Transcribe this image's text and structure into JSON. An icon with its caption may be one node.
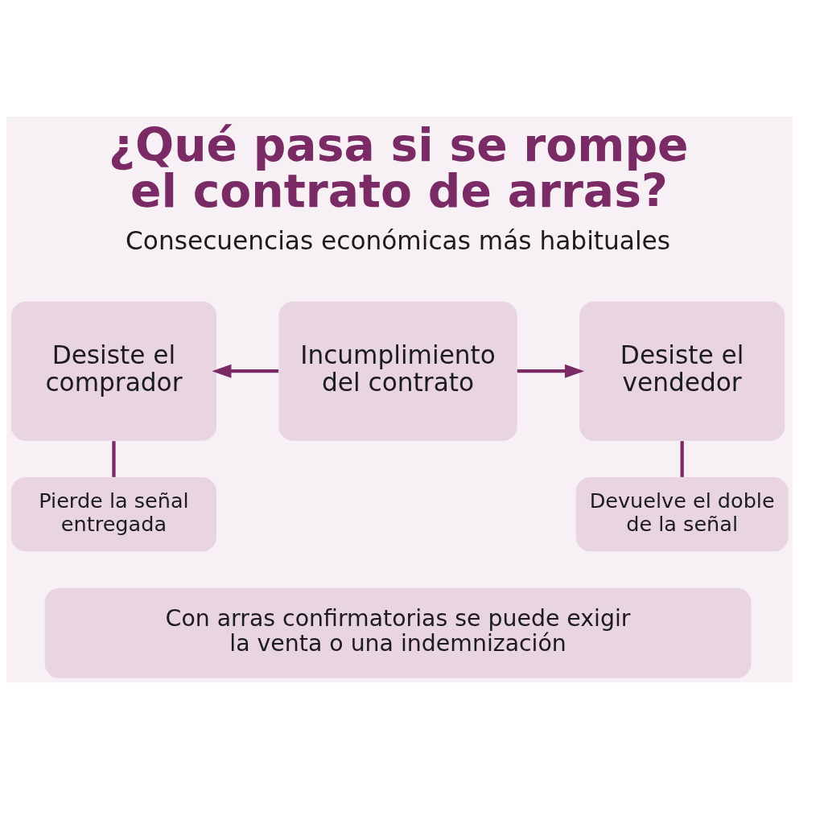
{
  "diagram": {
    "title": "¿Qué pasa si se rompe el contrato de arras?",
    "nodes": [
      {
        "text": [
          "Incumplimiento del contrato"
        ]
      },
      {
        "text": [
          "Desiste el comprador"
        ]
      },
      {
        "text": [
          "Desiste el vendedor"
        ]
      },
      {
        "text": [
          "Pierde la señal entregada"
        ]
      },
      {
        "text": [
          "Devuelve el doble de la señal"
        ]
      },
      {
        "text": [
          "Con arras confirmatorias se puede exigir la venta o una indemnización"
        ]
      }
    ],
    "edges": [
      {
        "from": 0,
        "to": 1,
        "arrow": "to"
      },
      {
        "from": 0,
        "to": 2,
        "arrow": "to"
      },
      {
        "from": 1,
        "to": 3,
        "arrow": "none"
      },
      {
        "from": 2,
        "to": 4,
        "arrow": "none"
      }
    ],
    "labels": [
      "Consecuencias económicas más habituales"
    ]
  }
}
